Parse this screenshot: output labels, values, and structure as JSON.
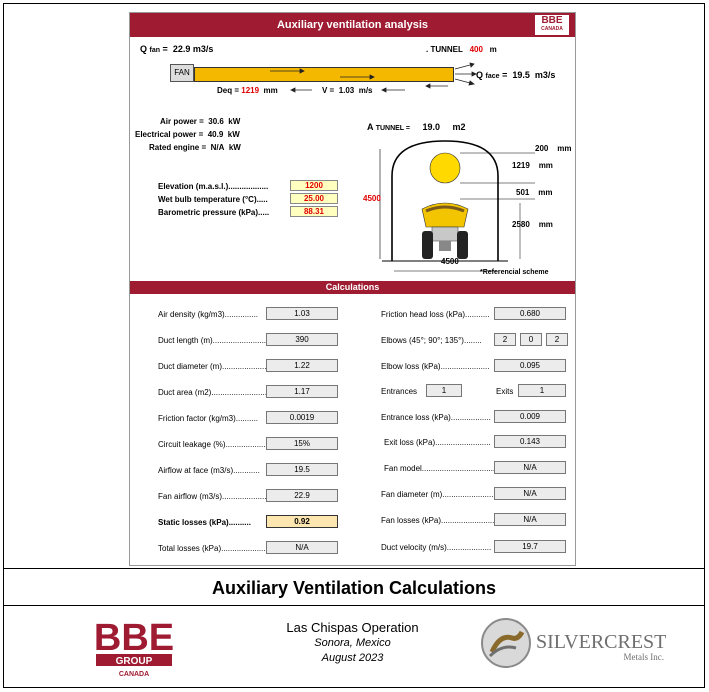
{
  "sheet": {
    "title": "Auxiliary ventilation analysis",
    "logo_main": "BBE",
    "logo_sub": "CANADA"
  },
  "top": {
    "q_fan_label": "Q",
    "q_fan_sub": "fan",
    "q_fan_eq": "=",
    "q_fan_value": "22.9",
    "q_fan_unit": "m3/s",
    "tunnel_label": ". TUNNEL",
    "tunnel_value": "400",
    "tunnel_unit": "m",
    "fan_box": "FAN",
    "q_face_label": "Q",
    "q_face_sub": "face",
    "q_face_eq": "=",
    "q_face_value": "19.5",
    "q_face_unit": "m3/s",
    "deq_label": "Deq =",
    "deq_value": "1219",
    "deq_unit": "mm",
    "v_label": "V =",
    "v_value": "1.03",
    "v_unit": "m/s"
  },
  "power": {
    "air_label": "Air power =",
    "air_value": "30.6",
    "air_unit": "kW",
    "elec_label": "Electrical power =",
    "elec_value": "40.9",
    "elec_unit": "kW",
    "engine_label": "Rated engine =",
    "engine_value": "N/A",
    "engine_unit": "kW"
  },
  "env": {
    "elevation_label": "Elevation (m.a.s.l.)..................",
    "elevation_value": "1200",
    "wetbulb_label": "Wet bulb temperature (°C).....",
    "wetbulb_value": "25.00",
    "baro_label": "Barometric pressure (kPa).....",
    "baro_value": "88.31"
  },
  "tunnel": {
    "area_label": "A",
    "area_sub": "TUNNEL =",
    "area_value": "19.0",
    "area_unit": "m2",
    "dim_200": "200",
    "dim_1219": "1219",
    "dim_501": "501",
    "dim_2580": "2580",
    "dim_unit": "mm",
    "height": "4500",
    "width": "4500",
    "scheme_note": "*Referencial scheme"
  },
  "calculations": {
    "header": "Calculations",
    "left": [
      {
        "label": "Air density (kg/m3)...............",
        "value": "1.03"
      },
      {
        "label": "Duct length (m)...........................",
        "value": "390"
      },
      {
        "label": "Duct diameter (m)......................",
        "value": "1.22"
      },
      {
        "label": "Duct area (m2)...........................",
        "value": "1.17"
      },
      {
        "label": "Friction factor (kg/m3)..........",
        "value": "0.0019"
      },
      {
        "label": "Circuit leakage (%)...................",
        "value": "15%"
      },
      {
        "label": "Airflow at face (m3/s)............",
        "value": "19.5"
      },
      {
        "label": "Fan airflow (m3/s).....................",
        "value": "22.9"
      },
      {
        "label": "Static losses (kPa)..........",
        "value": "0.92"
      },
      {
        "label": "Total losses (kPa).....................",
        "value": "N/A"
      }
    ],
    "right": {
      "friction_head_label": "Friction head loss (kPa)...........",
      "friction_head_value": "0.680",
      "elbows_label": "Elbows (45°; 90°; 135°)........",
      "elbows_values": [
        "2",
        "0",
        "2"
      ],
      "elbow_loss_label": "Elbow loss (kPa)......................",
      "elbow_loss_value": "0.095",
      "entrances_label": "Entrances",
      "entrances_value": "1",
      "exits_label": "Exits",
      "exits_value": "1",
      "entrance_loss_label": "Entrance loss (kPa)..................",
      "entrance_loss_value": "0.009",
      "exit_loss_label": "Exit loss (kPa).........................",
      "exit_loss_value": "0.143",
      "fan_model_label": "Fan model...................................",
      "fan_model_value": "N/A",
      "fan_diameter_label": "Fan diameter (m)........................",
      "fan_diameter_value": "N/A",
      "fan_losses_label": "Fan losses (kPa).........................",
      "fan_losses_value": "N/A",
      "duct_velocity_label": "Duct velocity (m/s)....................",
      "duct_velocity_value": "19.7"
    }
  },
  "footer": {
    "title": "Auxiliary Ventilation Calculations",
    "bbe_main": "BBE",
    "bbe_group": "GROUP",
    "bbe_country": "CANADA",
    "operation": "Las Chispas Operation",
    "location": "Sonora, Mexico",
    "date": "August 2023",
    "silvercrest_name": "SILVERCREST",
    "silvercrest_sub": "Metals Inc."
  },
  "colors": {
    "brand_red": "#9e1b32",
    "duct_yellow": "#f5b800",
    "input_yellow": "#ffffc0",
    "highlight": "#fde6b0"
  }
}
